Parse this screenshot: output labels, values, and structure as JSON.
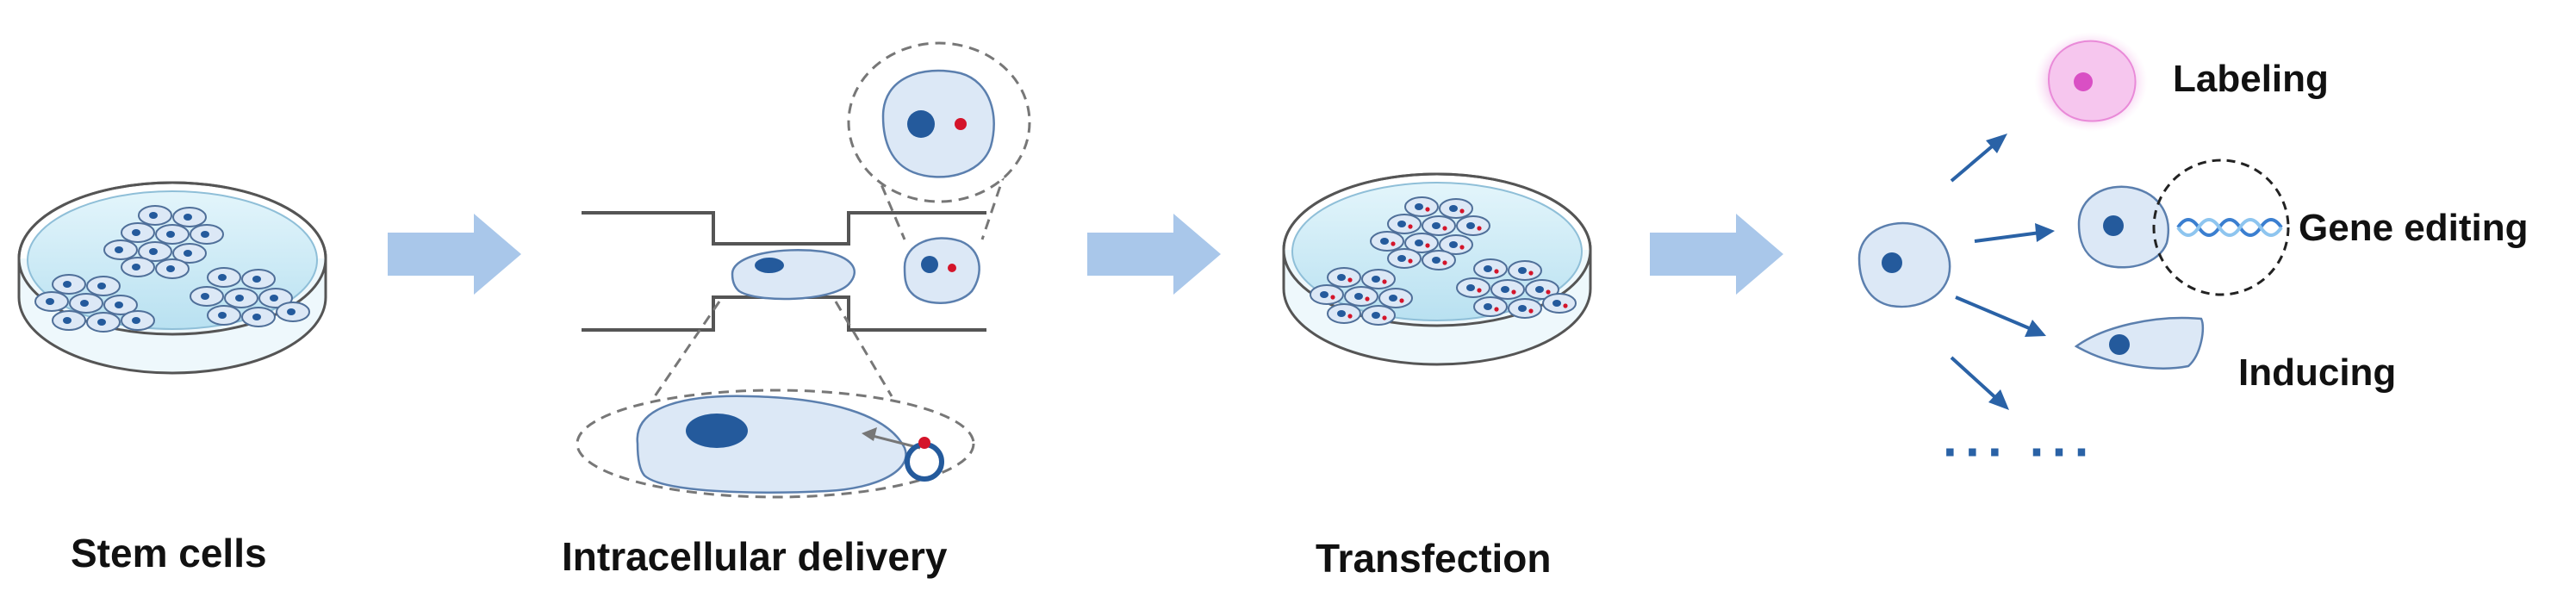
{
  "colors": {
    "cell_fill": "#dce8f6",
    "cell_stroke": "#5b7fae",
    "nucleus": "#245a9c",
    "cargo": "#d4142a",
    "arrow_big": "#a9c7ea",
    "arrow_small": "#2a62a6",
    "dish_liquid": "#c9e9f5",
    "dashed": "#777777",
    "label_pink": "#e98ad8",
    "dna": "#3b7fd0"
  },
  "stages": [
    {
      "label": "Stem cells"
    },
    {
      "label": "Intracellular delivery"
    },
    {
      "label": "Transfection"
    }
  ],
  "outcomes": [
    {
      "label": "Labeling",
      "icon": "pink-labeled-cell-icon"
    },
    {
      "label": "Gene editing",
      "icon": "dna-helix-icon"
    },
    {
      "label": "Inducing",
      "icon": "elongated-cell-icon"
    }
  ],
  "more": "··· ···"
}
